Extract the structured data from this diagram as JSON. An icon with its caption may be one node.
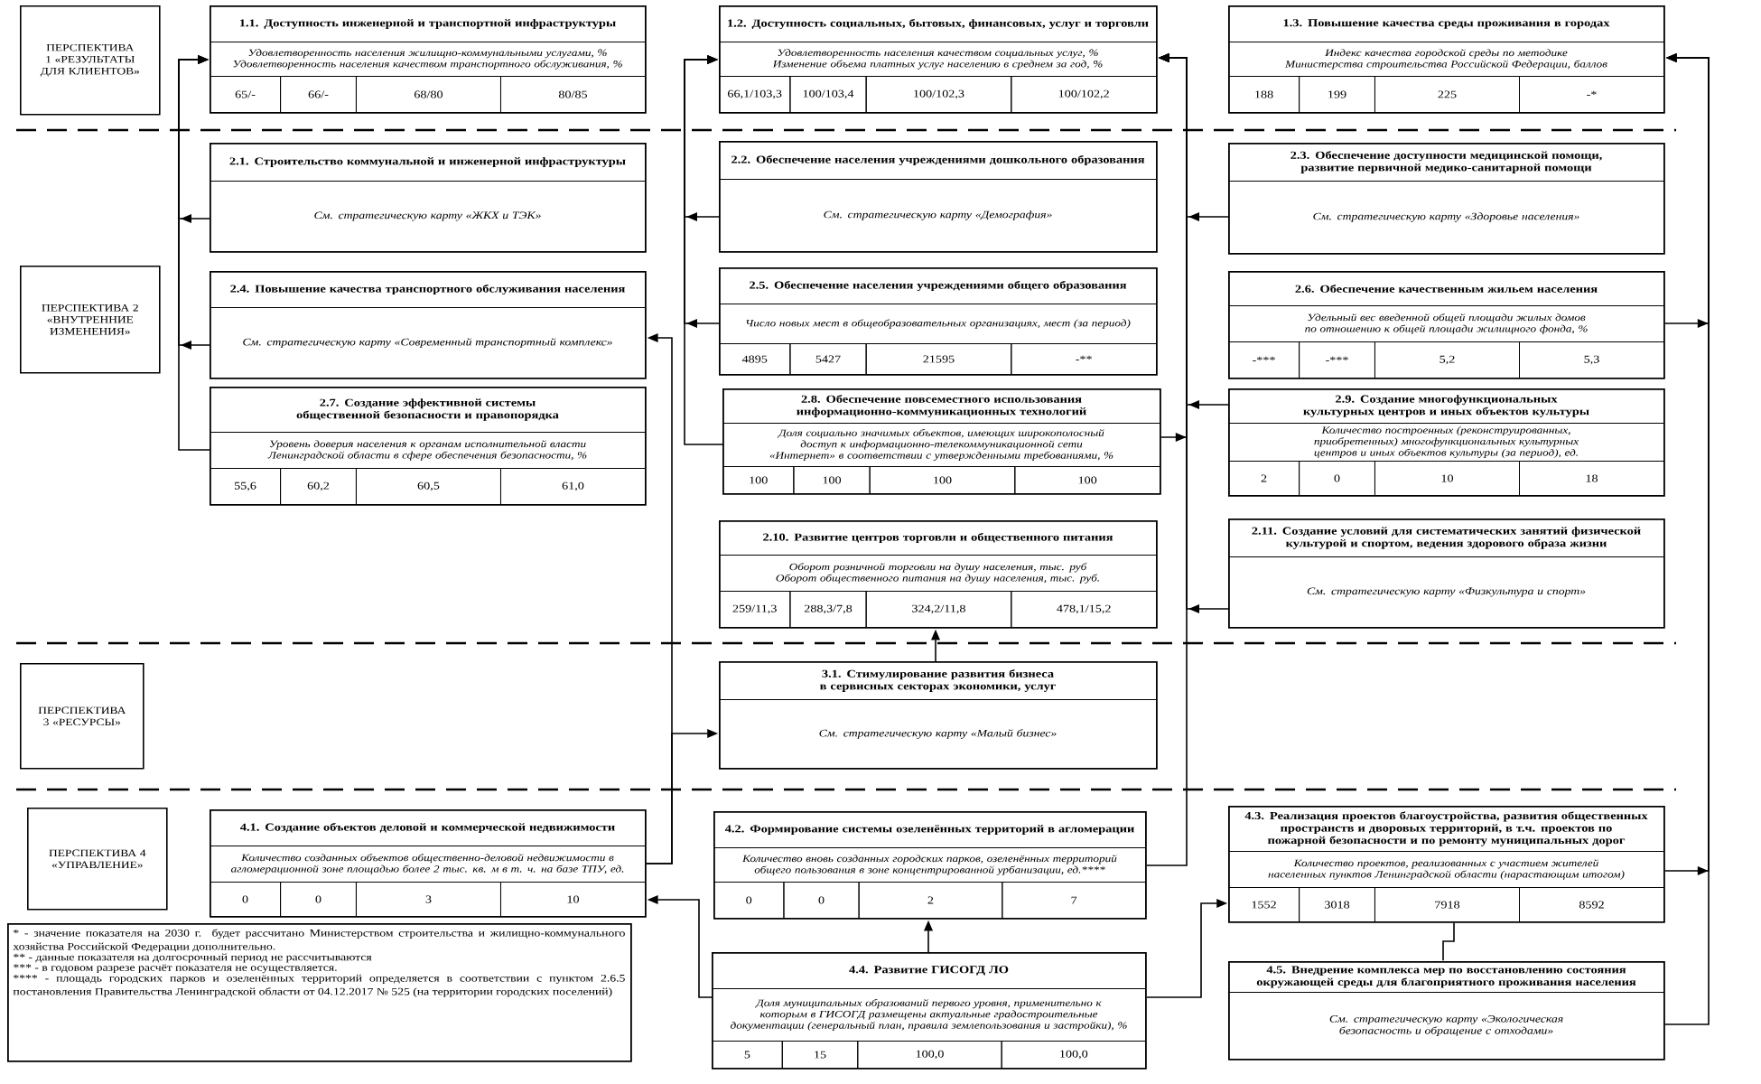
{
  "diagram": {
    "nodes": [
      {
        "text": [
          "ПЕРСПЕКТИВА 1 «РЕЗУЛЬТАТЫ ДЛЯ КЛИЕНТОВ»"
        ]
      },
      {
        "text": [
          "1.1. Доступность инженерной и транспортной инфраструктуры",
          "Удовлетворенность населения жилищно-коммунальными услугами, % Удовлетворенность населения качеством транспортного обслуживания, %",
          "65/-",
          "66/-",
          "68/80",
          "80/85"
        ]
      },
      {
        "text": [
          "1.2. Доступность социальных, бытовых, финансовых, услуг и торговли",
          "Удовлетворенность населения качеством социальных услуг, % Изменение объема платных услуг населению в среднем за год, %",
          "66,1/103,3",
          "100/103,4",
          "100/102,3",
          "100/102,2"
        ]
      },
      {
        "text": [
          "1.3. Повышение качества среды проживания в городах",
          "Индекс качества городской среды по методике Министерства строительства Российской Федерации, баллов",
          "188",
          "199",
          "225",
          "-*"
        ]
      },
      {
        "text": [
          "ПЕРСПЕКТИВА 2 «ВНУТРЕННИЕ ИЗМЕНЕНИЯ»"
        ]
      },
      {
        "text": [
          "2.1. Строительство коммунальной и инженерной инфраструктуры",
          "См. стратегическую карту «ЖКХ и ТЭК»"
        ]
      },
      {
        "text": [
          "2.2. Обеспечение населения учреждениями дошкольного образования",
          "См. стратегическую карту «Демография»"
        ]
      },
      {
        "text": [
          "2.3. Обеспечение доступности медицинской помощи, развитие первичной медико-санитарной помощи",
          "См. стратегическую карту «Здоровье населения»"
        ]
      },
      {
        "text": [
          "2.4. Повышение качества транспортного обслуживания населения",
          "См. стратегическую карту «Современный транспортный комплекс»"
        ]
      },
      {
        "text": [
          "2.5. Обеспечение населения учреждениями общего образования",
          "Число новых мест в общеобразовательных организациях, мест (за период)",
          "4895",
          "5427",
          "21595",
          "-**"
        ]
      },
      {
        "text": [
          "2.6. Обеспечение качественным жильем населения",
          "Удельный вес введенной общей площади жилых домов по отношению к общей площади жилищного фонда, %",
          "-***",
          "-***",
          "5,2",
          "5,3"
        ]
      },
      {
        "text": [
          "2.7. Создание эффективной системы общественной безопасности и правопорядка",
          "Уровень доверия населения к органам исполнительной власти Ленинградской области в сфере обеспечения безопасности, %",
          "55,6",
          "60,2",
          "60,5",
          "61,0"
        ]
      },
      {
        "text": [
          "2.8. Обеспечение повсеместного использования информационно-коммуникационных технологий",
          "Доля социально значимых объектов, имеющих широкополосный доступ к информационно-телекоммуникационной сети «Интернет» в соответствии с утвержденными требованиями, %",
          "100",
          "100",
          "100",
          "100"
        ]
      },
      {
        "text": [
          "2.9. Создание многофункциональных культурных центров и иных объектов культуры",
          "Количество построенных (реконструированных, приобретенных) многофункциональных культурных центров и иных объектов культуры (за период), ед.",
          "2",
          "0",
          "10",
          "18"
        ]
      },
      {
        "text": [
          "2.10. Развитие центров торговли и общественного питания",
          "Оборот розничной торговли на душу населения, тыс. руб Оборот общественного питания на душу населения, тыс. руб.",
          "259/11,3",
          "288,3/7,8",
          "324,2/11,8",
          "478,1/15,2"
        ]
      },
      {
        "text": [
          "2.11. Создание условий для систематических занятий физической культурой и спортом, ведения здорового образа жизни",
          "См. стратегическую карту «Физкультура и спорт»"
        ]
      },
      {
        "text": [
          "ПЕРСПЕКТИВА 3 «РЕСУРСЫ»"
        ]
      },
      {
        "text": [
          "3.1. Стимулирование развития бизнеса в сервисных секторах экономики, услуг",
          "См. стратегическую карту «Малый бизнес»"
        ]
      },
      {
        "text": [
          "ПЕРСПЕКТИВА 4 «УПРАВЛЕНИЕ»"
        ]
      },
      {
        "text": [
          "4.1. Создание объектов деловой и коммерческой недвижимости",
          "Количество созданных объектов общественно-деловой недвижимости в агломерационной зоне площадью более 2 тыс. кв. м в т. ч. на базе ТПУ, ед.",
          "0",
          "0",
          "3",
          "10"
        ]
      },
      {
        "text": [
          "4.2. Формирование системы озеленённых территорий в агломерации",
          "Количество вновь созданных городских парков, озеленённых территорий общего пользования в зоне концентрированной урбанизации, ед.****",
          "0",
          "0",
          "2",
          "7"
        ]
      },
      {
        "text": [
          "4.3. Реализация проектов благоустройства, развития общественных пространств и дворовых территорий, в т.ч. проектов по пожарной безопасности и по ремонту муниципальных дорог",
          "Количество проектов, реализованных с участием жителей населенных пунктов Ленинградской области (нарастающим итогом)",
          "1552",
          "3018",
          "7918",
          "8592"
        ]
      },
      {
        "text": [
          "* - значение показателя на 2030 г. будет рассчитано Министерством строительства и жилищно-коммунального хозяйства Российской Федерации дополнительно.",
          "** - данные показателя на долгосрочный период не рассчитываются",
          "*** - в годовом разрезе расчёт показателя не осуществляется.",
          "**** - площадь городских парков и озеленённых территорий определяется в соответствии с пунктом 2.6.5 постановления Правительства Ленинградской области от 04.12.2017 № 525 (на территории городских поселений)"
        ]
      },
      {
        "text": [
          "4.4. Развитие ГИСОГД ЛО",
          "Доля муниципальных образований первого уровня, применительно к которым в ГИСОГД размещены актуальные градостроительные документации (генеральный план, правила землепользования и застройки), %",
          "5",
          "15",
          "100,0",
          "100,0"
        ]
      },
      {
        "text": [
          "4.5. Внедрение комплекса мер по восстановлению состояния окружающей среды для благоприятного проживания населения",
          "См. стратегическую карту «Экологическая безопасность и обращение с отходами»"
        ]
      }
    ],
    "edges": [
      {
        "from": 5,
        "to": 1,
        "arrow": "to"
      },
      {
        "from": 8,
        "to": 1,
        "arrow": "to"
      },
      {
        "from": 11,
        "to": 1,
        "arrow": "to"
      },
      {
        "from": 6,
        "to": 2,
        "arrow": "to"
      },
      {
        "from": 9,
        "to": 2,
        "arrow": "to"
      },
      {
        "from": 12,
        "to": 2,
        "arrow": "to"
      },
      {
        "from": 7,
        "to": 2,
        "arrow": "to"
      },
      {
        "from": 13,
        "to": 2,
        "arrow": "to"
      },
      {
        "from": 12,
        "to": 2,
        "arrow": "to"
      },
      {
        "from": 15,
        "to": 2,
        "arrow": "to"
      },
      {
        "from": 20,
        "to": 2,
        "arrow": "to"
      },
      {
        "from": 10,
        "to": 3,
        "arrow": "to"
      },
      {
        "from": 21,
        "to": 3,
        "arrow": "to"
      },
      {
        "from": 24,
        "to": 3,
        "arrow": "to"
      },
      {
        "from": 19,
        "to": 8,
        "arrow": "to"
      },
      {
        "from": 19,
        "to": 17,
        "arrow": "to"
      },
      {
        "from": 17,
        "to": 14,
        "arrow": "to"
      },
      {
        "from": 23,
        "to": 20,
        "arrow": "to"
      },
      {
        "from": 23,
        "to": 19,
        "arrow": "to"
      },
      {
        "from": 23,
        "to": 21,
        "arrow": "to"
      },
      {
        "from": 21,
        "to": 24,
        "arrow": "none"
      }
    ]
  }
}
